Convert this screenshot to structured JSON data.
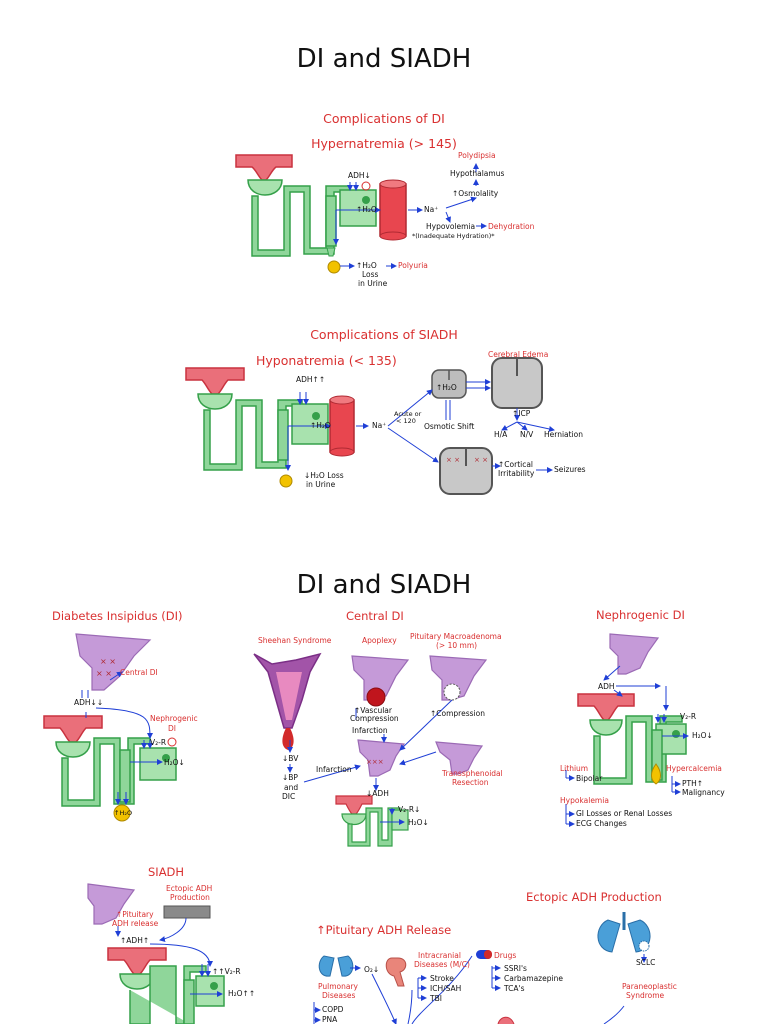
{
  "page1": {
    "title": "DI and SIADH",
    "di": {
      "heading": "Complications of DI",
      "subheading": "Hypernatremia (> 145)",
      "polydipsia": "Polydipsia",
      "hypothalamus": "Hypothalamus",
      "osmolality": "↑Osmolality",
      "adh": "ADH↓",
      "water": "↑H₂O",
      "na": "Na⁺",
      "hypovolemia": "Hypovolemia",
      "dehydration": "Dehydration",
      "inadequate": "*(Inadequate Hydration)*",
      "urine_loss": "↑H₂O",
      "loss": "Loss",
      "in_urine": "in Urine",
      "polyuria": "Polyuria"
    },
    "siadh": {
      "heading": "Complications of SIADH",
      "subheading": "Hyponatremia (< 135)",
      "cerebral_edema": "Cerebral Edema",
      "adh": "ADH↑↑",
      "cell_water": "↑H₂O",
      "icp": "↑ICP",
      "ha": "H/A",
      "nv": "N/V",
      "herniation": "Herniation",
      "acute": "Acute or",
      "acute2": "< 120",
      "osmotic_shift": "Osmotic Shift",
      "water": "↑H₂O",
      "na": "Na⁺",
      "urine_loss": "↓H₂O Loss",
      "in_urine": "in Urine",
      "cortical": "↑Cortical",
      "irritability": "Irritability",
      "seizures": "Seizures"
    }
  },
  "page2": {
    "title": "DI and SIADH",
    "di_section": {
      "heading": "Diabetes Insipidus (DI)",
      "central_di": "Central DI",
      "adh": "ADH↓↓",
      "nephrogenic": "Nephrogenic",
      "di": "DI",
      "v2r": "V₂-R",
      "water": "H₂O↓",
      "urine": "↑H₂O"
    },
    "central": {
      "heading": "Central DI",
      "sheehan": "Sheehan Syndrome",
      "apoplexy": "Apoplexy",
      "macroadenoma": "Pituitary Macroadenoma",
      "macro_size": "(> 10 mm)",
      "bv": "↓BV",
      "bp": "↓BP",
      "and": "and",
      "dic": "DIC",
      "vascular": "↑Vascular",
      "compression": "Compression",
      "infarction_label": "Infarction",
      "compression2": "↑Compression",
      "infarction": "Infarction",
      "transsphenoidal": "Transsphenoidal",
      "resection": "Resection",
      "adh": "↓ADH",
      "v2r": "V₂-R↓",
      "water": "H₂O↓"
    },
    "nephro": {
      "heading": "Nephrogenic DI",
      "adh": "ADH",
      "v2r": "V₂-R",
      "water": "H₂O↓",
      "lithium": "Lithium",
      "bipolar": "Bipolar",
      "hypercalcemia": "Hypercalcemia",
      "pth": "PTH↑",
      "malignancy": "Malignancy",
      "hypokalemia": "Hypokalemia",
      "gi": "GI Losses or Renal Losses",
      "ecg": "ECG Changes"
    },
    "siadh": {
      "heading": "SIADH",
      "ectopic": "Ectopic ADH",
      "production": "Production",
      "pituitary": "↑Pituitary",
      "adh_release": "ADH release",
      "adh": "↑ADH↑",
      "v2r": "↑↑V₂-R",
      "water": "H₂O↑↑",
      "release_heading": "↑Pituitary ADH Release",
      "ectopic_heading": "Ectopic ADH Production",
      "o2": "O₂↓",
      "pulmonary": "Pulmonary",
      "diseases": "Diseases",
      "copd": "COPD",
      "pna": "PNA",
      "intracranial": "Intracranial",
      "diseases_mc": "Diseases (M/C)",
      "stroke": "Stroke",
      "ich": "ICH/SAH",
      "tbi": "TBI",
      "drugs": "Drugs",
      "ssri": "SSRI's",
      "carbamazepine": "Carbamazepine",
      "tca": "TCA's",
      "sclc": "SCLC",
      "paraneoplastic": "Paraneoplastic",
      "syndrome": "Syndrome"
    }
  },
  "colors": {
    "pituitary": "#ea6f7a",
    "pituitary_dark": "#c9323f",
    "tubule": "#8fd69a",
    "tubule_dark": "#35a04a",
    "vessel": "#e8464f",
    "label_red": "#d93030",
    "arrow": "#1f3fd6",
    "purple": "#c59ad8",
    "brain_gray": "#9a9a9a",
    "lung": "#4a9fd8",
    "urine": "#f2c200"
  }
}
